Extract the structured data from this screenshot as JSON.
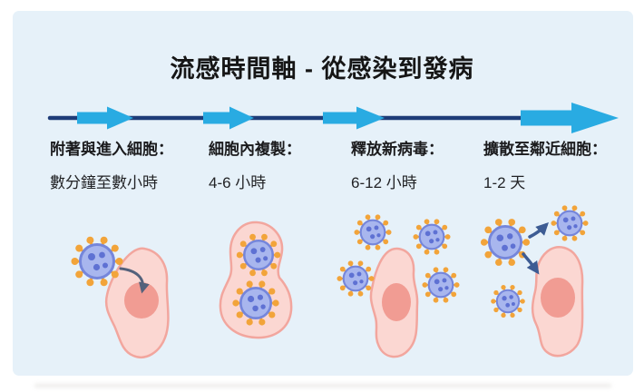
{
  "title": "流感時間軸 - 從感染到發病",
  "stages": [
    {
      "name": "附著與進入細胞：",
      "duration": "數分鐘至數小時"
    },
    {
      "name": "細胞內複製：",
      "duration": "4-6 小時"
    },
    {
      "name": "釋放新病毒：",
      "duration": "6-12 小時"
    },
    {
      "name": "擴散至鄰近細胞：",
      "duration": "1-2 天"
    }
  ],
  "icons": {
    "virus": "virus-particle-icon",
    "cell": "host-cell-icon",
    "entry_arrow": "curved-entry-arrow-icon",
    "spread_arrow": "spread-arrow-icon",
    "timeline_arrow": "timeline-arrow-icon"
  },
  "colors": {
    "panel_bg": "#E6F1F9",
    "timeline_line": "#1E3C78",
    "timeline_arrow": "#29ABE2",
    "virus_body": "#A8B6EE",
    "virus_outline": "#7586DB",
    "virus_dot": "#5265CF",
    "virus_spike": "#F2A43A",
    "cell_fill": "#FBD7D2",
    "cell_outline": "#F2A69E",
    "cell_nucleus": "#F19C93",
    "motion_arrow_dark": "#53617B",
    "motion_arrow_blue": "#3D5C94"
  }
}
